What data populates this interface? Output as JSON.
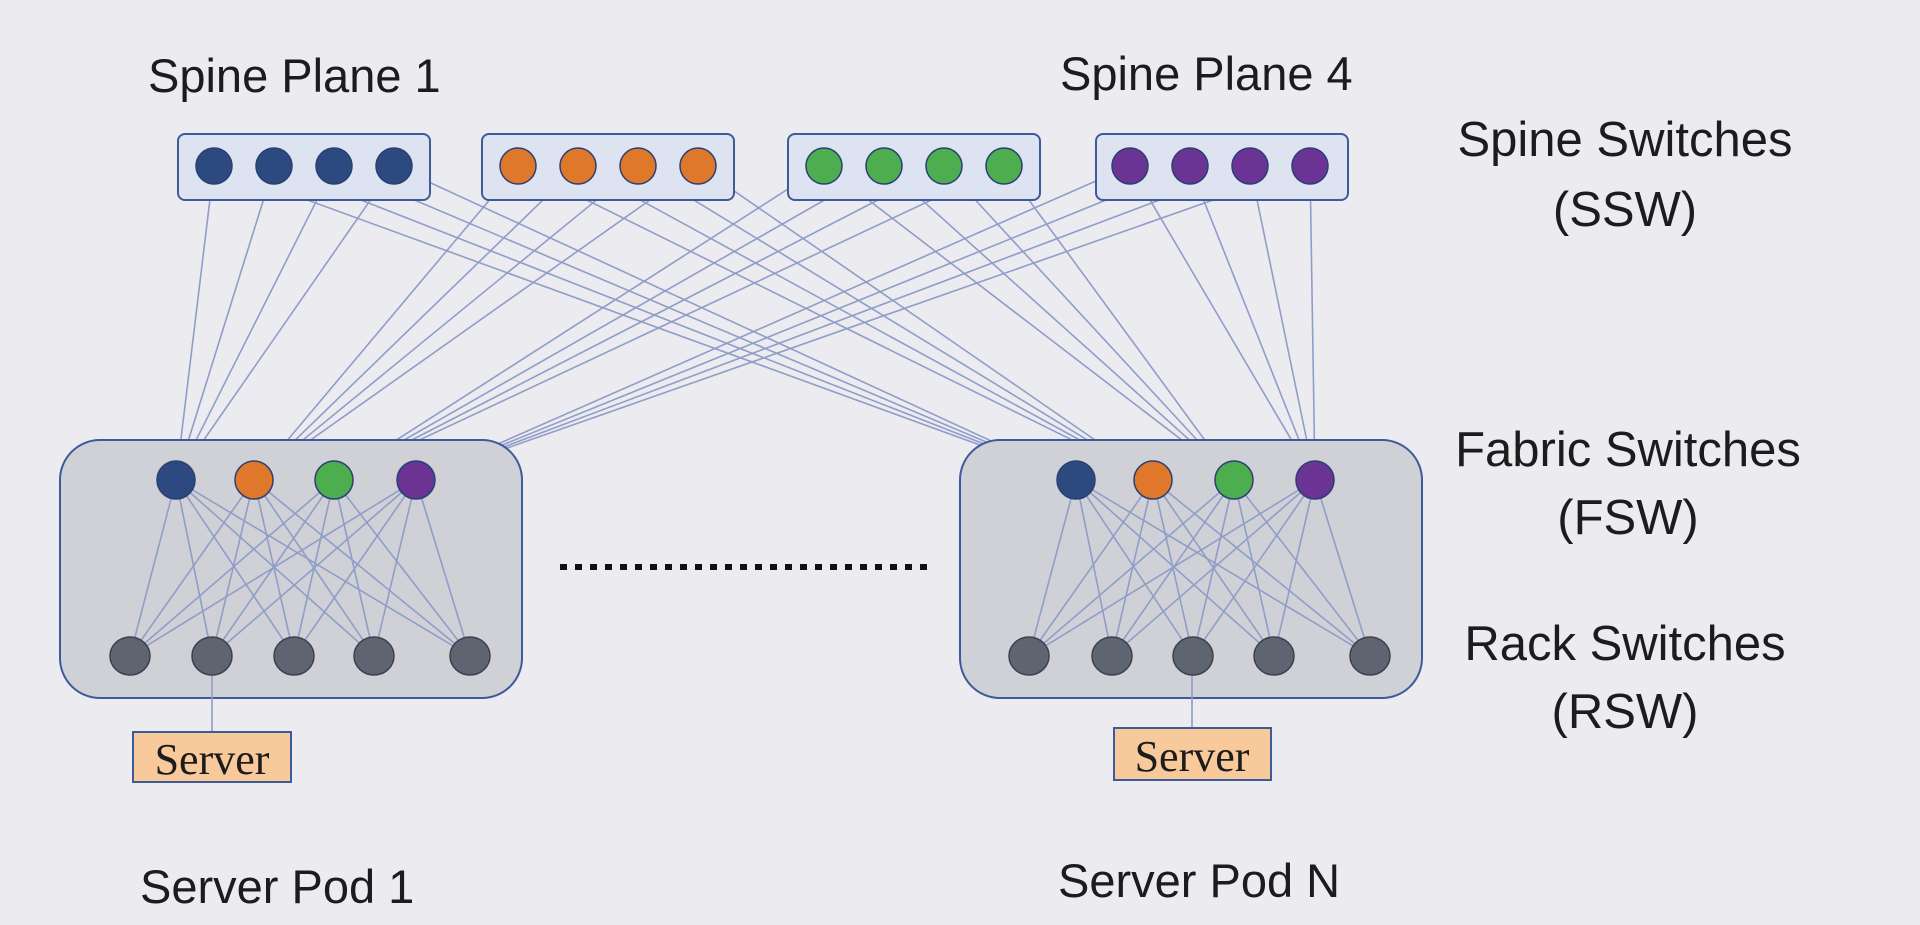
{
  "labels": {
    "spine_plane_first": "Spine Plane 1",
    "spine_plane_last": "Spine Plane 4",
    "spine_switches": [
      "Spine Switches",
      "(SSW)"
    ],
    "fabric_switches": [
      "Fabric Switches",
      "(FSW)"
    ],
    "rack_switches": [
      "Rack Switches",
      "(RSW)"
    ],
    "server_pod_first": "Server Pod 1",
    "server_pod_last": "Server Pod N",
    "server": "Server"
  },
  "spine_planes": [
    {
      "plane": 1,
      "color": "#2c4a7f",
      "switches": 4
    },
    {
      "plane": 2,
      "color": "#e0782c",
      "switches": 4
    },
    {
      "plane": 3,
      "color": "#4cae4f",
      "switches": 4
    },
    {
      "plane": 4,
      "color": "#6a3394",
      "switches": 4
    }
  ],
  "pods": [
    {
      "name": "Server Pod 1",
      "fabric_switch_colors": [
        "#2c4a7f",
        "#e0782c",
        "#4cae4f",
        "#6a3394"
      ],
      "rack_switches": 5
    },
    {
      "name": "Server Pod N",
      "fabric_switch_colors": [
        "#2c4a7f",
        "#e0782c",
        "#4cae4f",
        "#6a3394"
      ],
      "rack_switches": 5
    }
  ],
  "colors": {
    "link": "#8f9dc9",
    "box_border": "#3d5a9a",
    "spine_box_fill": "#dde3f1",
    "pod_box_fill": "#d0d1d6",
    "rack_switch": "#5e6470",
    "server_fill": "#f8c99a"
  }
}
